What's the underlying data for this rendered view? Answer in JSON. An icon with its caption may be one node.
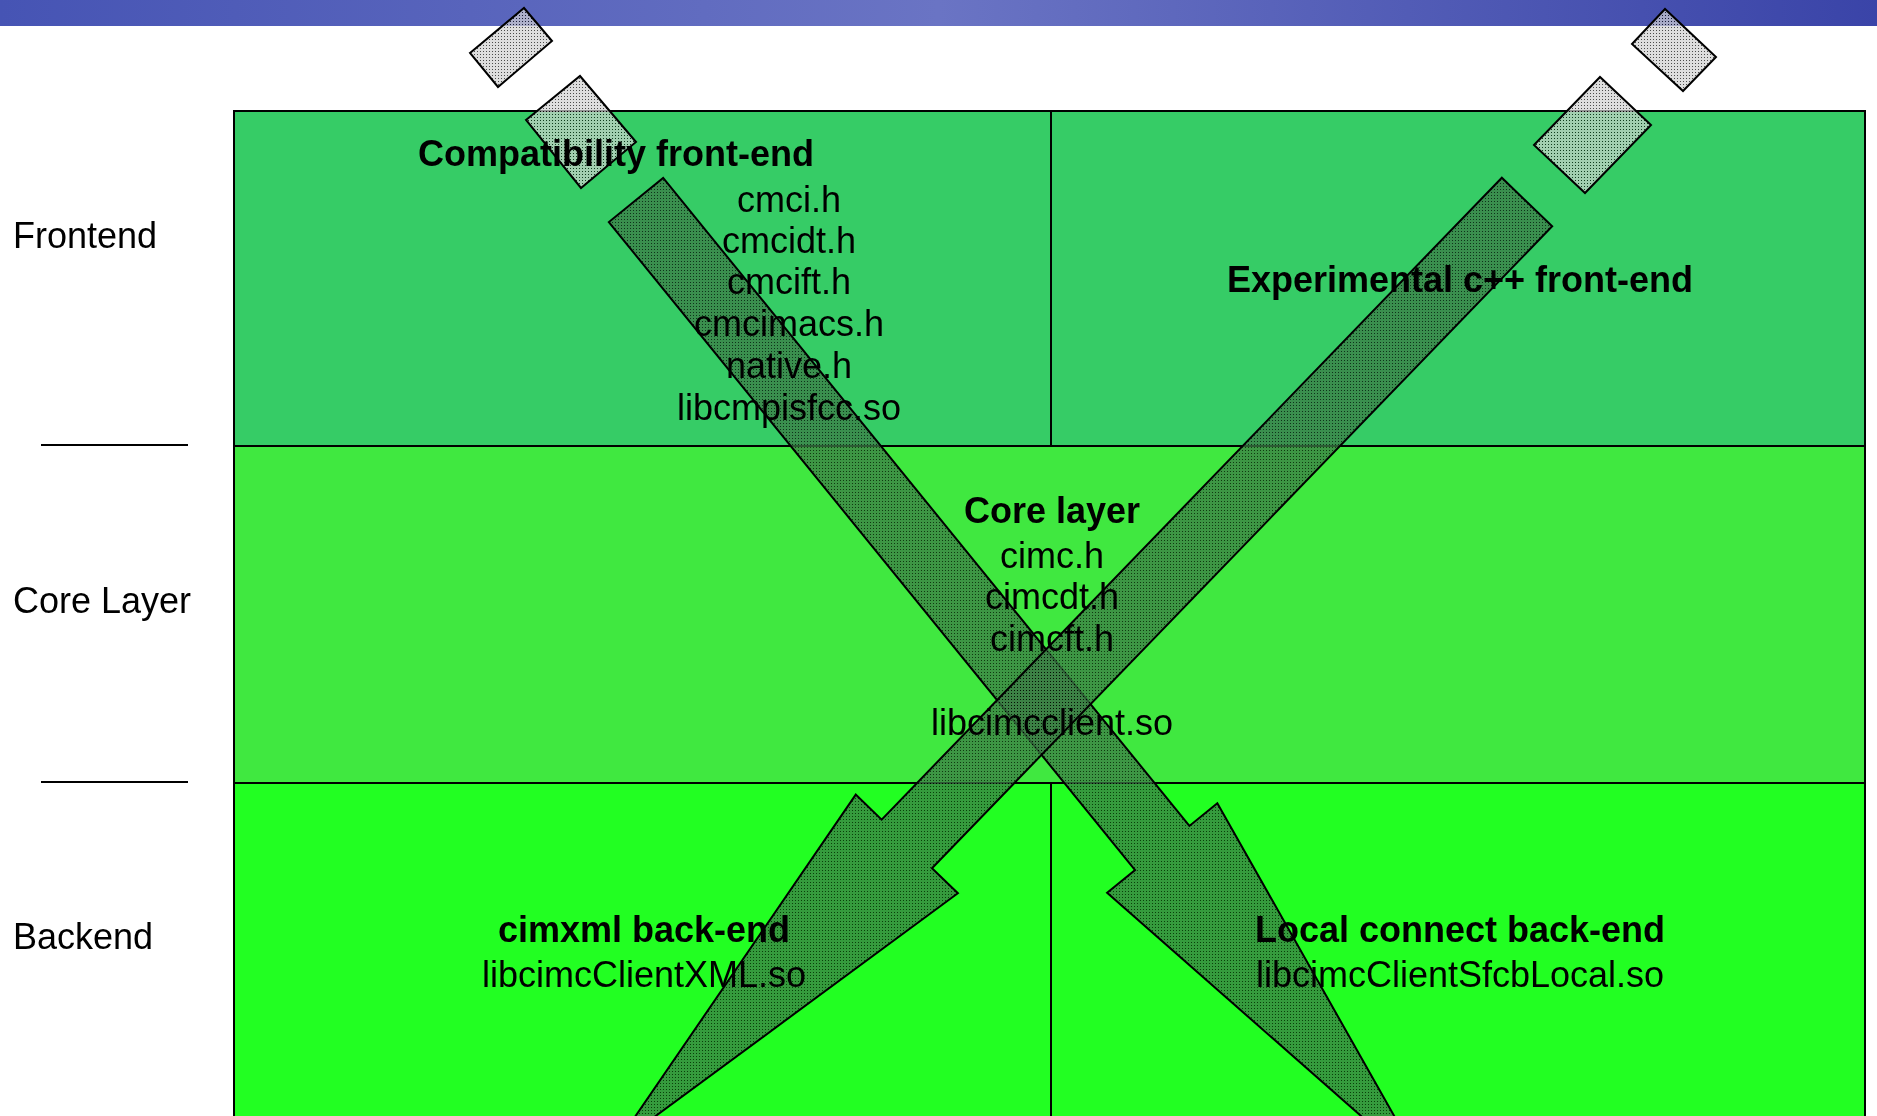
{
  "diagram": {
    "nodes": [
      {
        "text": [
          "Compatibility front-end",
          "cmci.h",
          "cmcidt.h",
          "cmcift.h",
          "cmcimacs.h",
          "native.h",
          "libcmpisfcc.so"
        ]
      },
      {
        "text": [
          "Experimental c++ front-end"
        ]
      },
      {
        "text": [
          "Core layer",
          "cimc.h",
          "cimcdt.h",
          "cimcft.h",
          "libcimcclient.so"
        ]
      },
      {
        "text": [
          "cimxml back-end",
          "libcimcClientXML.so"
        ]
      },
      {
        "text": [
          "Local connect back-end",
          "libcimcClientSfcbLocal.so"
        ]
      }
    ],
    "edges": [
      {
        "from": 0,
        "to": 4,
        "arrow": "to"
      },
      {
        "from": 1,
        "to": 3,
        "arrow": "to"
      }
    ],
    "labels": [
      "Frontend",
      "Core Layer",
      "Backend"
    ]
  }
}
